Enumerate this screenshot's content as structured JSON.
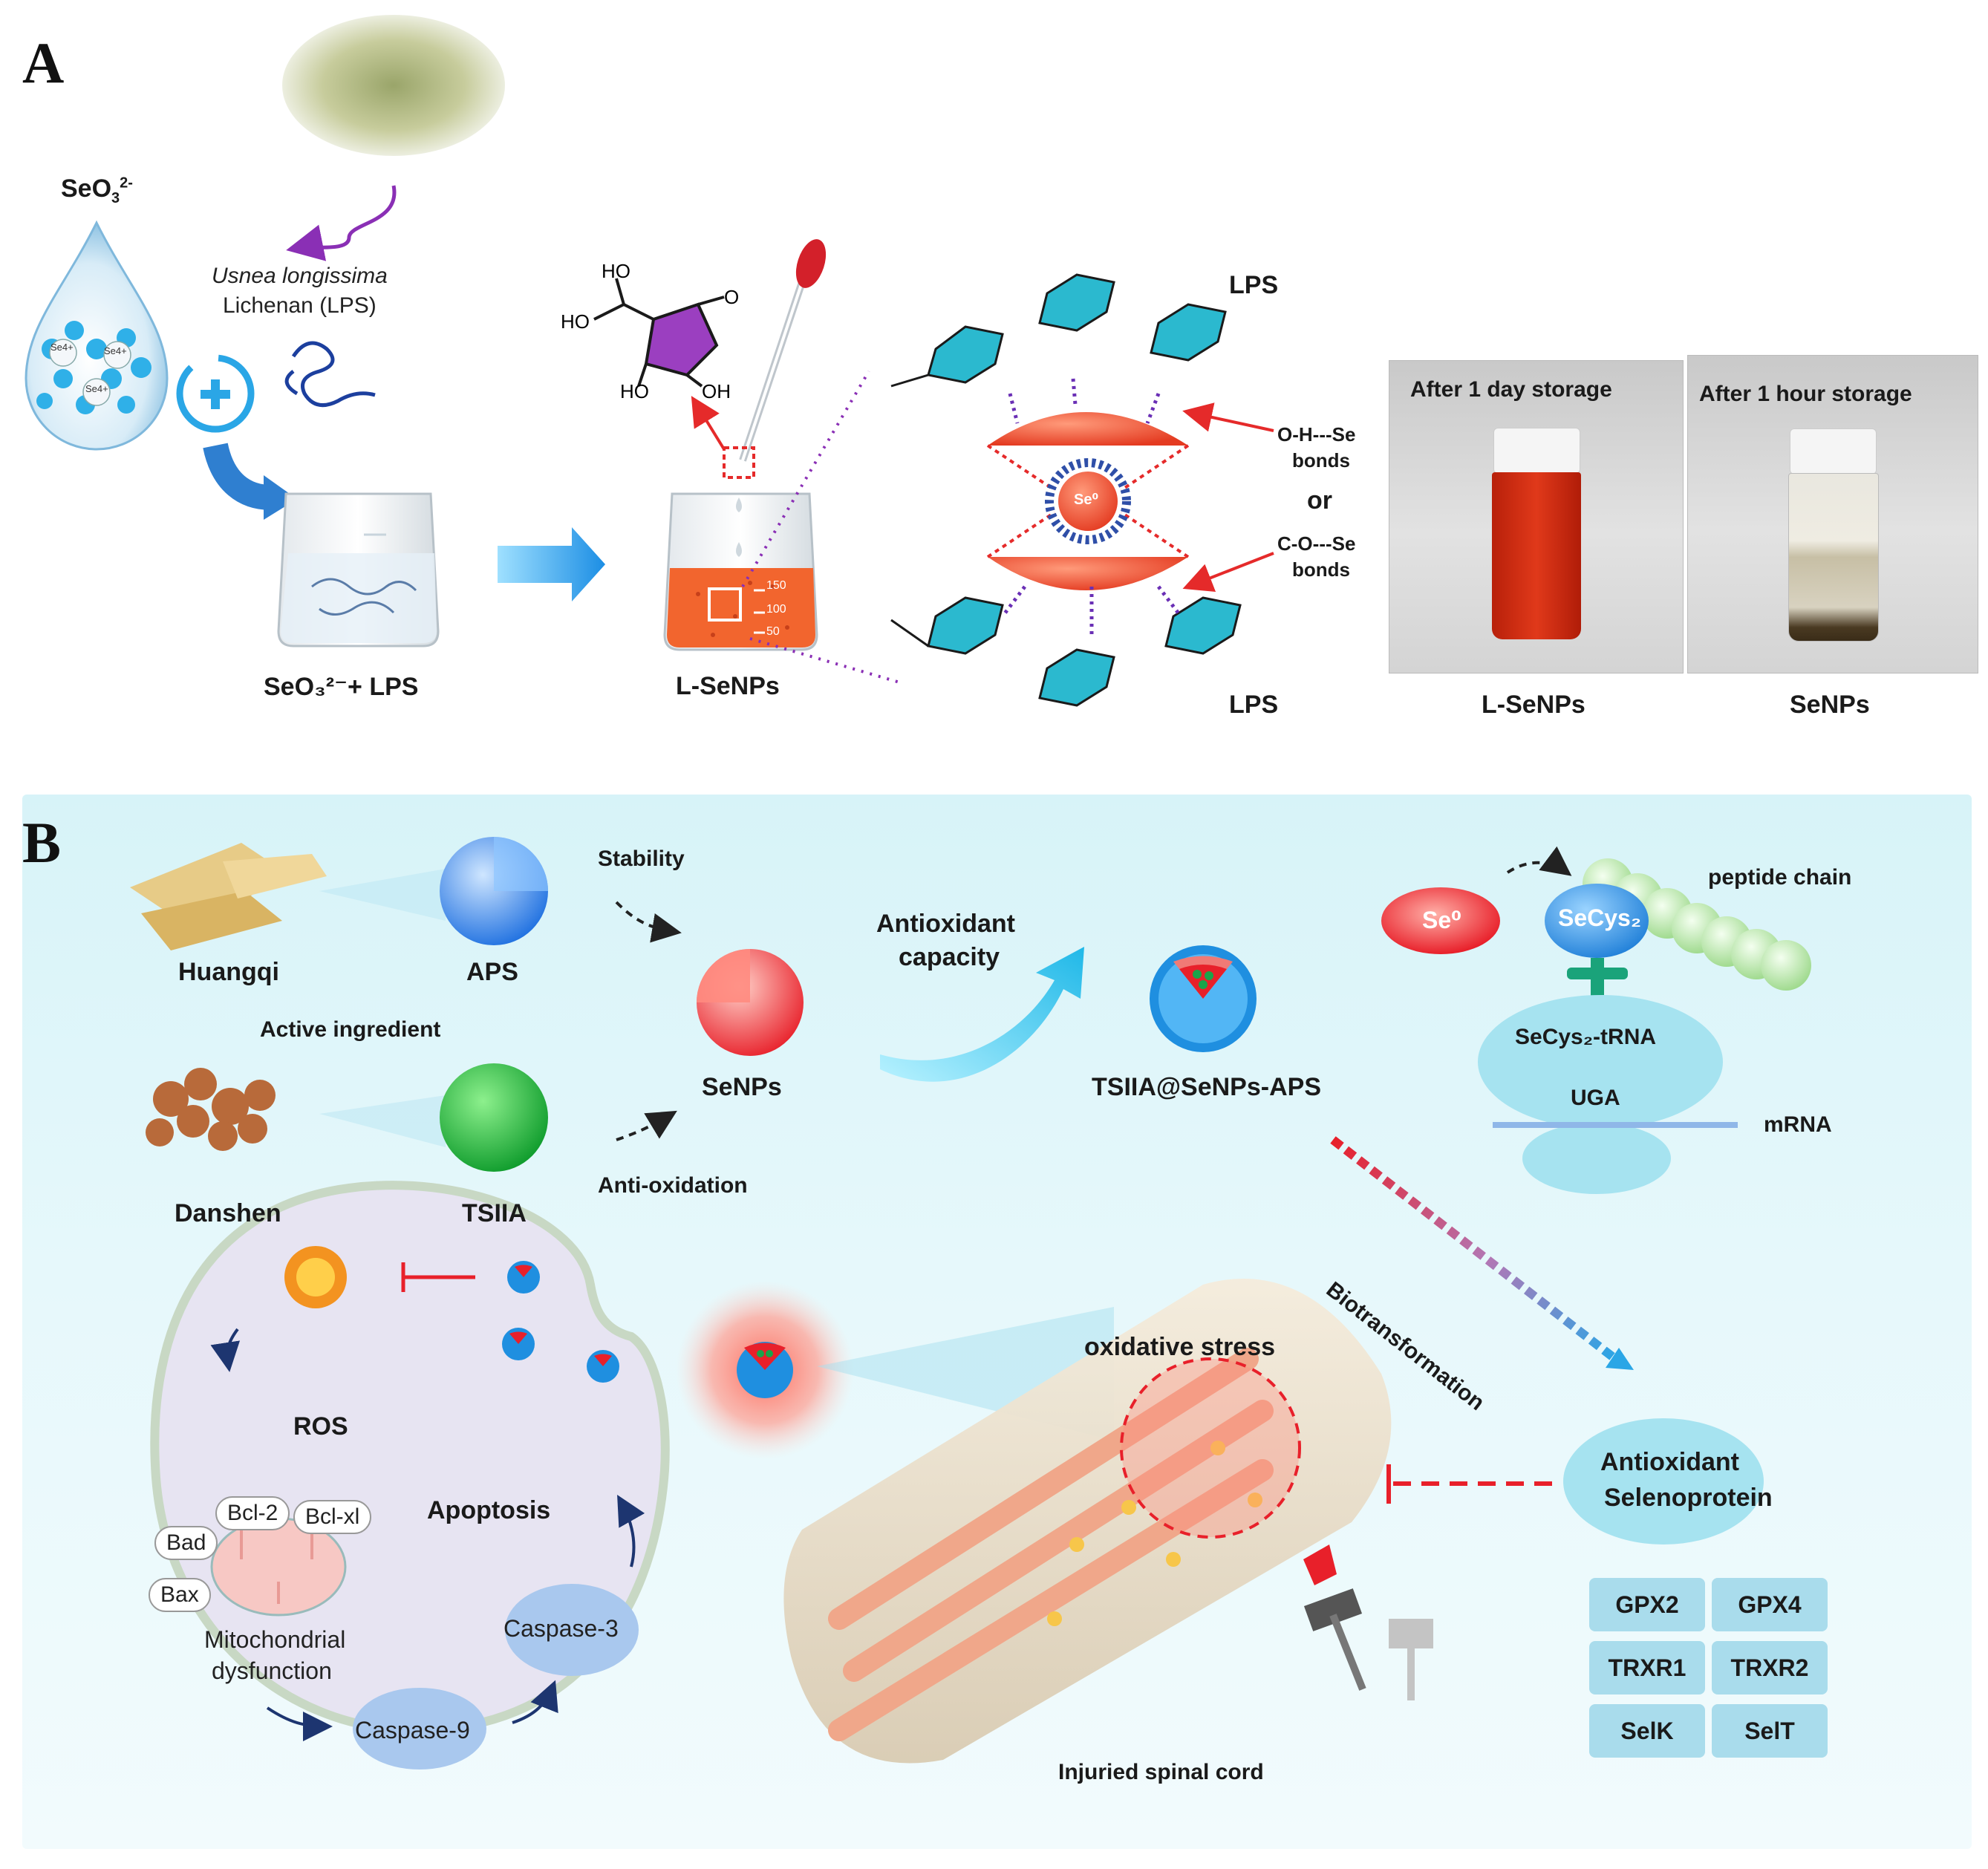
{
  "panel_a": {
    "letter": "A",
    "selenite_label_base": "SeO",
    "selenite_label_sub": "3",
    "selenite_label_sup": "2-",
    "ion_label": "Se4+",
    "lichen_species": "Usnea longissima",
    "lichen_name": "Lichenan (LPS)",
    "beaker1_label": "SeO₃²⁻+ LPS",
    "beaker2_label": "L-SeNPs",
    "beaker_marks": [
      "150",
      "100",
      "50"
    ],
    "molecule_labels": [
      "HO",
      "HO",
      "O",
      "HO",
      "OH"
    ],
    "lps_top": "LPS",
    "lps_bottom": "LPS",
    "se_core": "Se⁰",
    "bond1": "O-H---Se",
    "bond1b": "bonds",
    "or": "or",
    "bond2": "C-O---Se",
    "bond2b": "bonds",
    "photo1_caption": "After 1 day storage",
    "photo2_caption": "After 1 hour storage",
    "photo1_label": "L-SeNPs",
    "photo2_label": "SeNPs"
  },
  "panel_b": {
    "letter": "B",
    "huangqi": "Huangqi",
    "aps": "APS",
    "active_ingredient": "Active ingredient",
    "danshen": "Danshen",
    "tsiia": "TSIIA",
    "stability": "Stability",
    "anti_oxidation": "Anti-oxidation",
    "senps": "SeNPs",
    "antioxidant_capacity_1": "Antioxidant",
    "antioxidant_capacity_2": "capacity",
    "tsiia_senps_aps": "TSIIA@SeNPs-APS",
    "se0": "Se⁰",
    "secys2": "SeCys₂",
    "peptide_chain": "peptide chain",
    "secys2_trna": "SeCys₂-tRNA",
    "uga": "UGA",
    "mrna": "mRNA",
    "biotransformation": "Biotransformation",
    "ros": "ROS",
    "bcl2": "Bcl-2",
    "bclxl": "Bcl-xl",
    "bad": "Bad",
    "bax": "Bax",
    "apoptosis": "Apoptosis",
    "mito_1": "Mitochondrial",
    "mito_2": "dysfunction",
    "caspase3": "Caspase-3",
    "caspase9": "Caspase-9",
    "oxidative_stress": "oxidative stress",
    "injured_spinal_cord": "Injuried spinal cord",
    "antioxidant_selenoprotein_1": "Antioxidant",
    "antioxidant_selenoprotein_2": "Selenoprotein",
    "selenoproteins": [
      "GPX2",
      "GPX4",
      "TRXR1",
      "TRXR2",
      "SelK",
      "SelT"
    ]
  },
  "colors": {
    "panel_b_bg": "#d7f3f8",
    "inhibit_red": "#e8202a",
    "se_red": "#e8342a",
    "blue_arrow": "#1f8fe0",
    "cyan_ring": "#2bb9d6",
    "selenoprotein_box": "#a9dcec",
    "purple": "#8a2fb5"
  }
}
